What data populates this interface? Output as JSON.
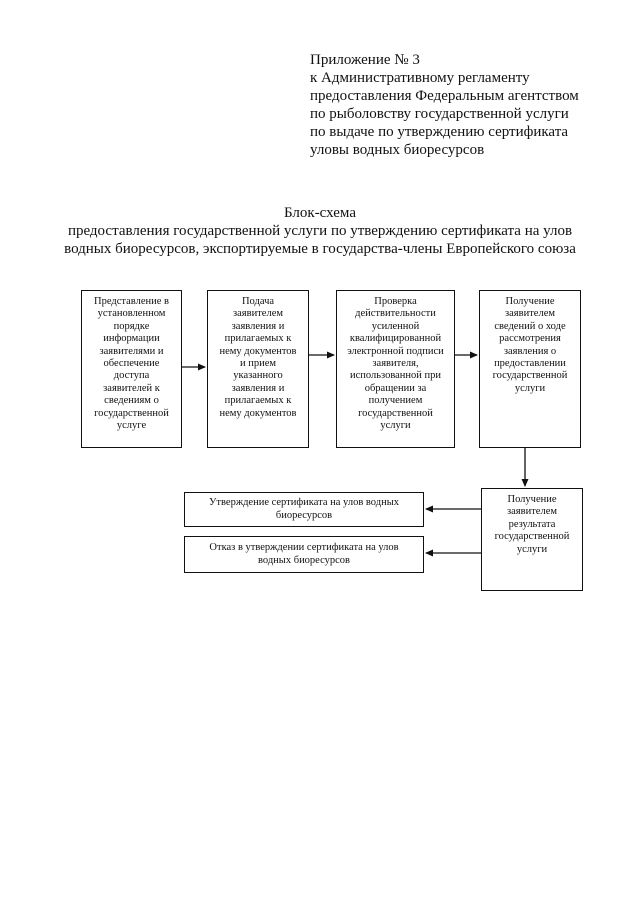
{
  "header": {
    "lines": [
      "Приложение № 3",
      "к Административному регламенту",
      "предоставления Федеральным агентством",
      "по рыболовству государственной услуги",
      "по выдаче по утверждению сертификата",
      "уловы водных биоресурсов"
    ]
  },
  "title": {
    "heading": "Блок-схема",
    "lines": [
      "предоставления государственной услуги по утверждению сертификата на улов",
      "водных биоресурсов, экспортируемые в государства-члены Европейского союза"
    ]
  },
  "flow": {
    "step1": [
      "Представление в",
      "установленном",
      "порядке",
      "информации",
      "заявителями и",
      "обеспечение",
      "доступа",
      "заявителей к",
      "сведениям о",
      "государственной",
      "услуге"
    ],
    "step2": [
      "Подача",
      "заявителем",
      "заявления и",
      "прилагаемых к",
      "нему документов",
      "и прием",
      "указанного",
      "заявления и",
      "прилагаемых к",
      "нему документов"
    ],
    "step3": [
      "Проверка",
      "действительности",
      "усиленной",
      "квалифицированной",
      "электронной подписи",
      "заявителя,",
      "использованной при",
      "обращении за",
      "получением",
      "государственной",
      "услуги"
    ],
    "step4": [
      "Получение",
      "заявителем",
      "сведений о ходе",
      "рассмотрения",
      "заявления о",
      "предоставлении",
      "государственной",
      "услуги"
    ],
    "step5": [
      "Получение",
      "заявителем",
      "результата",
      "государственной",
      "услуги"
    ],
    "result_approve": [
      "Утверждение сертификата на улов водных",
      "биоресурсов"
    ],
    "result_refuse": [
      "Отказ в утверждении сертификата на улов",
      "водных биоресурсов"
    ]
  }
}
